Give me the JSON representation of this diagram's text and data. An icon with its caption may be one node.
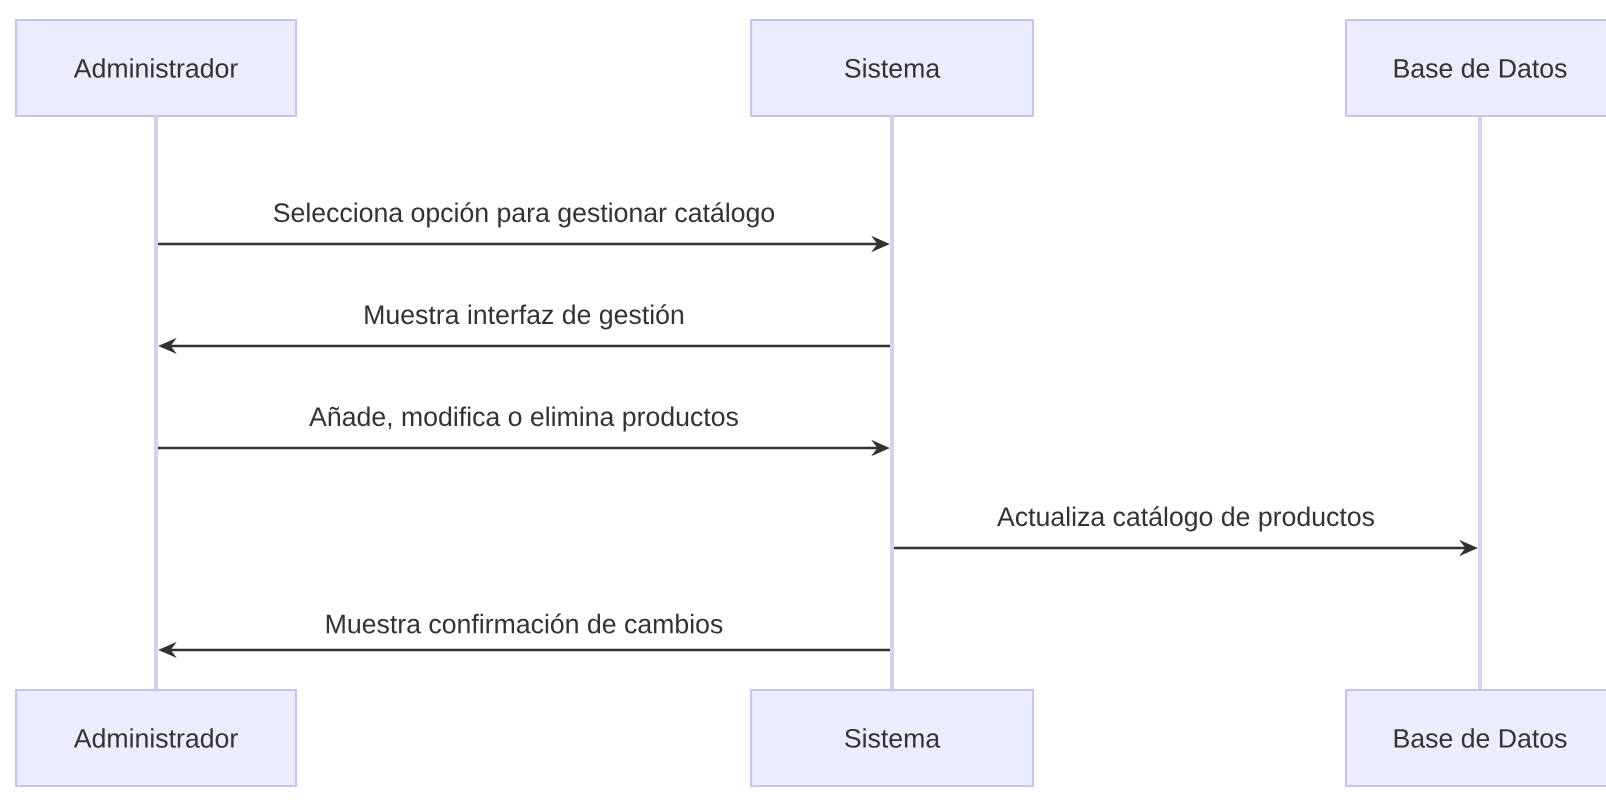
{
  "diagram": {
    "nodes": [
      {
        "text": [
          "Administrador"
        ]
      },
      {
        "text": [
          "Sistema"
        ]
      },
      {
        "text": [
          "Base de Datos"
        ]
      },
      {
        "text": [],
        "shape": "bar"
      },
      {
        "text": [],
        "shape": "bar"
      },
      {
        "text": [],
        "shape": "bar"
      },
      {
        "text": [
          "Administrador"
        ]
      },
      {
        "text": [
          "Sistema"
        ]
      },
      {
        "text": [
          "Base de Datos"
        ]
      }
    ],
    "edges": [
      {
        "from": 3,
        "to": 4,
        "arrow": "to",
        "label": "Selecciona opción para gestionar catálogo"
      },
      {
        "from": 4,
        "to": 3,
        "arrow": "to",
        "label": "Muestra interfaz de gestión"
      },
      {
        "from": 3,
        "to": 4,
        "arrow": "to",
        "label": "Añade, modifica o elimina productos"
      },
      {
        "from": 4,
        "to": 5,
        "arrow": "to",
        "label": "Actualiza catálogo de productos"
      },
      {
        "from": 4,
        "to": 3,
        "arrow": "to",
        "label": "Muestra confirmación de cambios"
      }
    ]
  }
}
